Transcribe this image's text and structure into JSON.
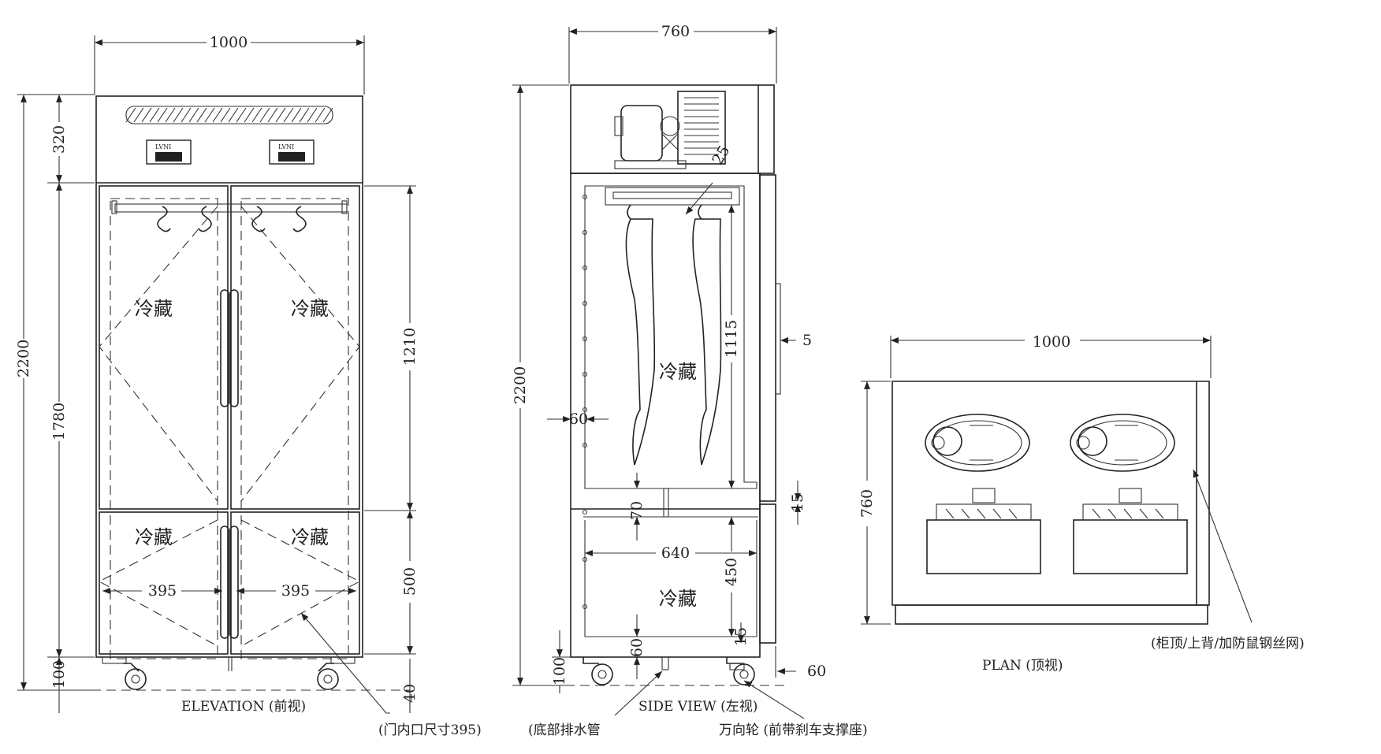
{
  "elevation": {
    "width_label": "1000",
    "top_height_label": "320",
    "body_height_label": "1780",
    "overall_height_label": "2200",
    "foot_height_label": "100",
    "upper_door_height_label": "1210",
    "lower_door_height_label": "500",
    "caster_label": "40",
    "inner_width_left_label": "395",
    "inner_width_right_label": "395",
    "compartment_labels": [
      "冷藏",
      "冷藏",
      "冷藏",
      "冷藏"
    ],
    "caption": "ELEVATION (前视)",
    "note_door": "(门内口尺寸395)"
  },
  "side": {
    "depth_label": "760",
    "overall_height_label": "2200",
    "rail_label": "25",
    "inner_height_label": "1115",
    "door_gap_label": "5",
    "wall_label": "60",
    "gap_70_label": "70",
    "gap_15_label": "15",
    "lower_width_label": "640",
    "lower_height_label": "450",
    "bottom_60_label": "60",
    "bottom_15_label": "15",
    "foot_height_label": "100",
    "door_depth_label": "60",
    "compartment_upper": "冷藏",
    "compartment_lower": "冷藏",
    "caption": "SIDE VIEW (左视)",
    "note_drain": "(底部排水管",
    "note_caster": "万向轮 (前带刹车支撑座)"
  },
  "plan": {
    "width_label": "1000",
    "depth_label": "760",
    "caption": "PLAN (顶视)",
    "note_top": "(柜顶/上背/加防鼠钢丝网)"
  },
  "logo_text": "LVNI"
}
